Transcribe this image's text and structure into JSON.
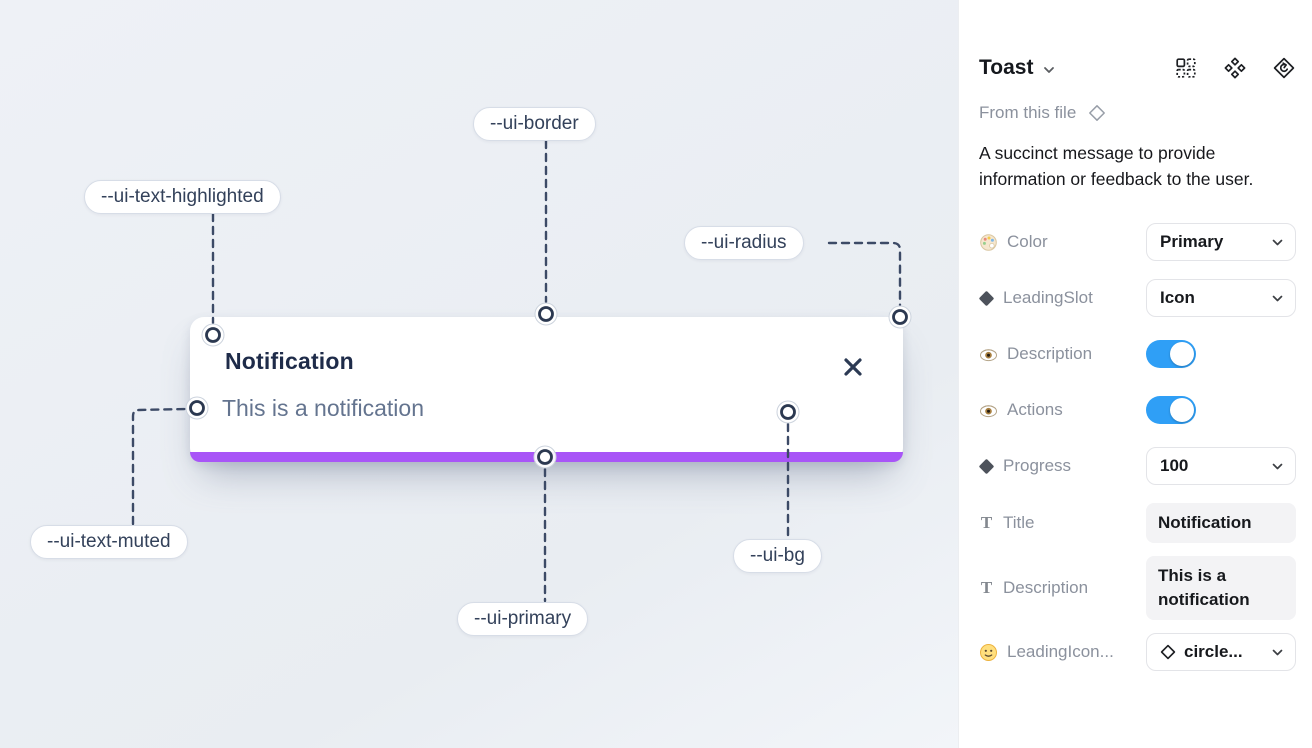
{
  "colors": {
    "primary-bar": "#a855f7",
    "toggle-on": "#2f9ff6",
    "connector": "#3c4a66",
    "node-stroke": "#2b3850",
    "canvas-1": "#eef1f6",
    "canvas-2": "#e9edf2",
    "pill-text": "#33415a",
    "title-text": "#1e2b49",
    "muted-text": "#64748f"
  },
  "canvas": {
    "toast": {
      "title": "Notification",
      "description": "This is a notification"
    },
    "labels": {
      "border": "--ui-border",
      "text_highlighted": "--ui-text-highlighted",
      "radius": "--ui-radius",
      "text_muted": "--ui-text-muted",
      "primary": "--ui-primary",
      "bg": "--ui-bg"
    }
  },
  "panel": {
    "title": "Toast",
    "source_label": "From this file",
    "description": "A succinct message to provide information or feedback to the user.",
    "properties": [
      {
        "label": "Color",
        "type": "select",
        "value": "Primary"
      },
      {
        "label": "LeadingSlot",
        "type": "select",
        "value": "Icon"
      },
      {
        "label": "Description",
        "type": "toggle",
        "value": "on"
      },
      {
        "label": "Actions",
        "type": "toggle",
        "value": "on"
      },
      {
        "label": "Progress",
        "type": "select",
        "value": "100"
      },
      {
        "label": "Title",
        "type": "text",
        "value": "Notification"
      },
      {
        "label": "Description",
        "type": "text",
        "value": "This is a notification"
      },
      {
        "label": "LeadingIcon...",
        "type": "select",
        "value": "circle..."
      }
    ]
  },
  "icons": {
    "text_glyph": "T"
  }
}
